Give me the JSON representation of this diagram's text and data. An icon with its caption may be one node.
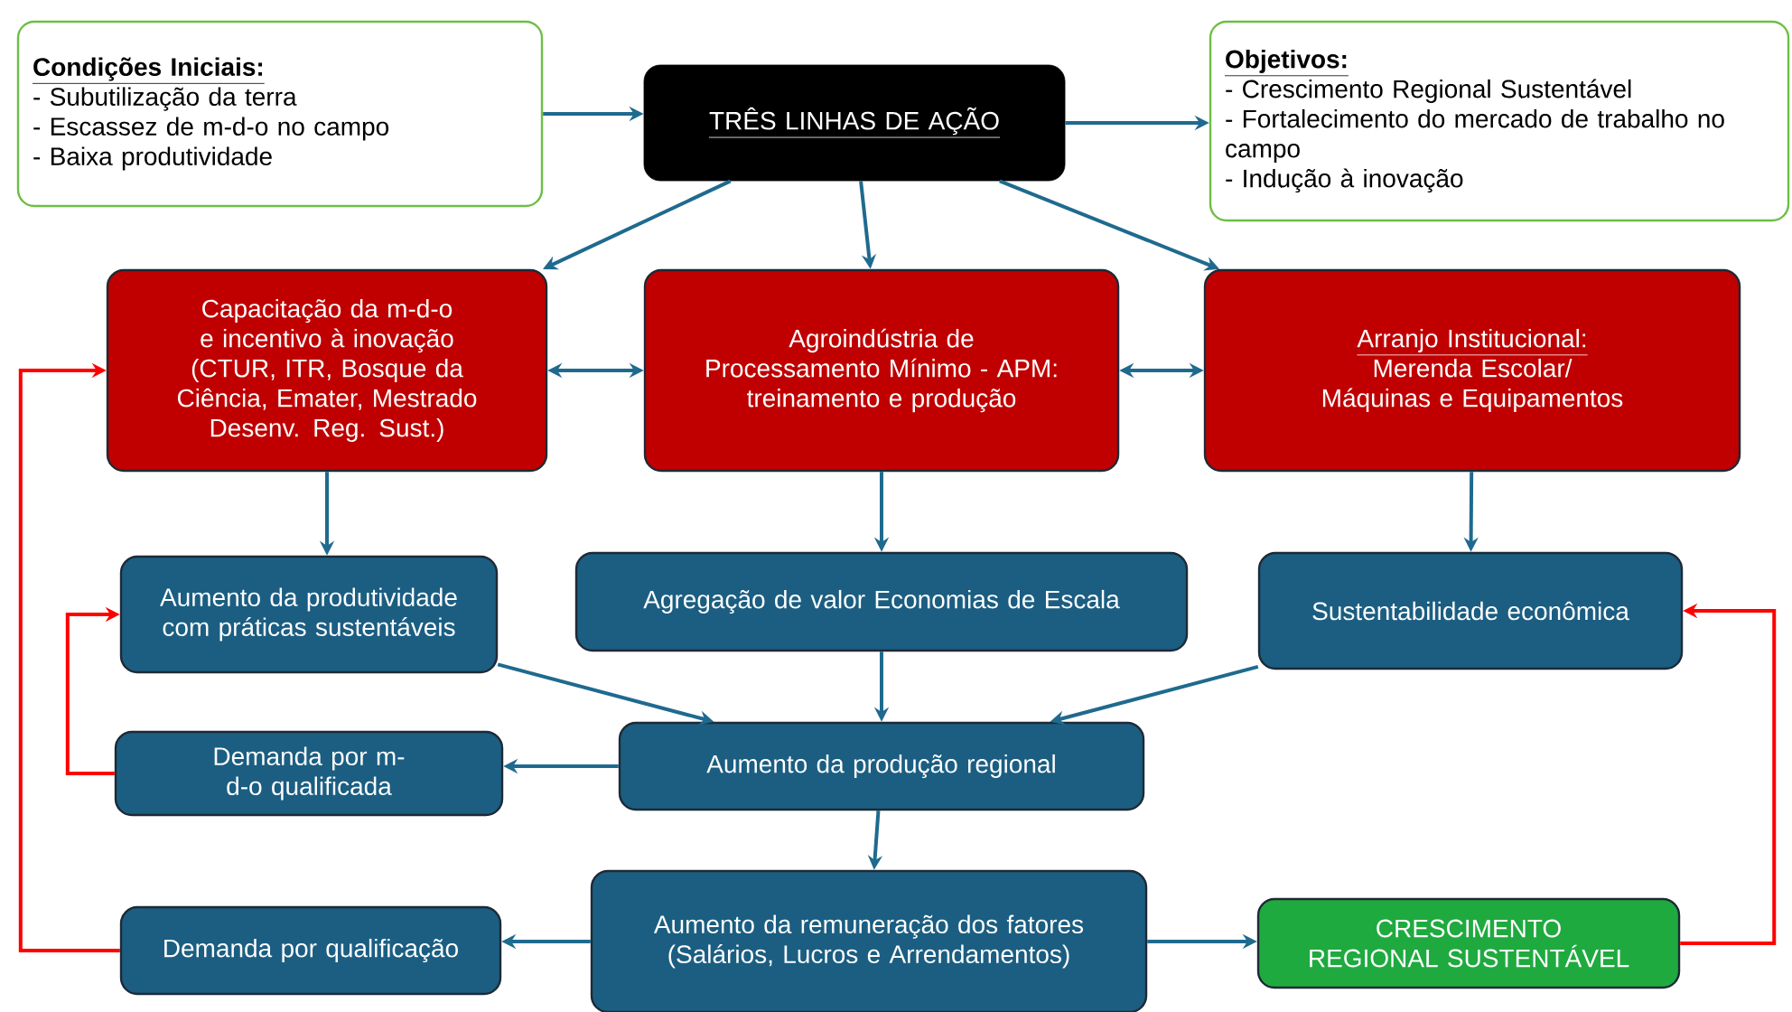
{
  "diagram": {
    "nodes": [
      {
        "text": [
          "Condições Iniciais:",
          "- Subutilização da terra",
          "- Escassez de m-d-o no campo",
          "- Baixa produtividade"
        ]
      },
      {
        "text": [
          "TRÊS LINHAS DE AÇÃO"
        ]
      },
      {
        "text": [
          "Objetivos:",
          "- Crescimento Regional Sustentável",
          "- Fortalecimento do mercado de trabalho no campo",
          "- Indução à inovação"
        ]
      },
      {
        "text": [
          "Capacitação da m-d-o e incentivo à inovação",
          "(CTUR, ITR, Bosque da Ciência, Emater, Mestrado Desenv. Reg. Sust.)"
        ]
      },
      {
        "text": [
          "Agroindústria de Processamento Mínimo - APM:",
          "treinamento e produção"
        ]
      },
      {
        "text": [
          "Arranjo Institucional:",
          "Merenda Escolar/ Máquinas e Equipamentos"
        ]
      },
      {
        "text": [
          "Aumento da produtividade com práticas sustentáveis"
        ]
      },
      {
        "text": [
          "Agregação de valor Economias de Escala"
        ]
      },
      {
        "text": [
          "Sustentabilidade econômica"
        ]
      },
      {
        "text": [
          "Demanda por m-d-o qualificada"
        ]
      },
      {
        "text": [
          "Aumento da produção regional"
        ]
      },
      {
        "text": [
          "Demanda por qualificação"
        ]
      },
      {
        "text": [
          "Aumento da remuneração dos fatores (Salários, Lucros e Arrendamentos)"
        ]
      },
      {
        "text": [
          "CRESCIMENTO REGIONAL SUSTENTÁVEL"
        ]
      }
    ],
    "edges": [
      {
        "from": 0,
        "to": 1,
        "arrow": "to"
      },
      {
        "from": 1,
        "to": 2,
        "arrow": "to"
      },
      {
        "from": 1,
        "to": 3,
        "arrow": "to"
      },
      {
        "from": 1,
        "to": 4,
        "arrow": "to"
      },
      {
        "from": 1,
        "to": 5,
        "arrow": "to"
      },
      {
        "from": 3,
        "to": 4,
        "arrow": "both"
      },
      {
        "from": 4,
        "to": 5,
        "arrow": "both"
      },
      {
        "from": 3,
        "to": 6,
        "arrow": "to"
      },
      {
        "from": 4,
        "to": 7,
        "arrow": "to"
      },
      {
        "from": 5,
        "to": 8,
        "arrow": "to"
      },
      {
        "from": 6,
        "to": 10,
        "arrow": "to"
      },
      {
        "from": 7,
        "to": 10,
        "arrow": "to"
      },
      {
        "from": 8,
        "to": 10,
        "arrow": "to"
      },
      {
        "from": 10,
        "to": 9,
        "arrow": "to"
      },
      {
        "from": 10,
        "to": 12,
        "arrow": "to"
      },
      {
        "from": 12,
        "to": 11,
        "arrow": "to"
      },
      {
        "from": 12,
        "to": 13,
        "arrow": "to"
      },
      {
        "from": 9,
        "to": 6,
        "arrow": "to",
        "color": "#ff0000"
      },
      {
        "from": 11,
        "to": 3,
        "arrow": "to",
        "color": "#ff0000"
      },
      {
        "from": 13,
        "to": 8,
        "arrow": "to",
        "color": "#ff0000"
      }
    ]
  }
}
